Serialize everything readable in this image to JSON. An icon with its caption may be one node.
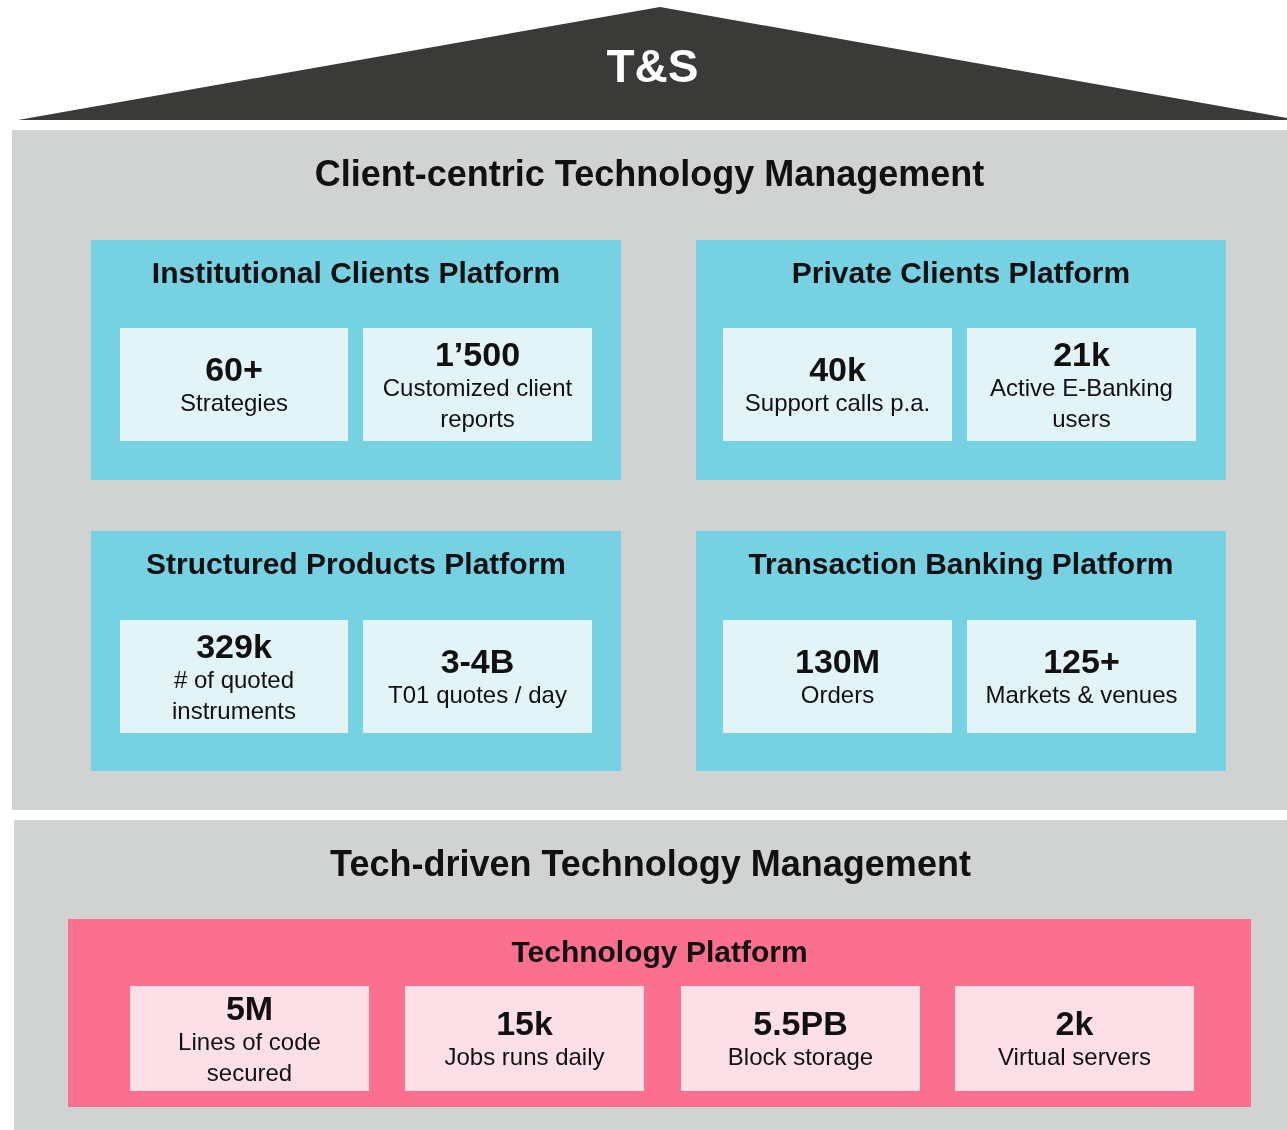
{
  "diagram": {
    "nodes": [
      {
        "text": [
          "T&S"
        ]
      },
      {
        "text": [
          "Client-centric Technology Management"
        ]
      },
      {
        "text": [
          "Institutional Clients Platform"
        ],
        "in": 1
      },
      {
        "text": [
          "60+",
          "Strategies"
        ],
        "in": 2
      },
      {
        "text": [
          "1’500",
          "Customized client reports"
        ],
        "in": 2
      },
      {
        "text": [
          "Private Clients Platform"
        ],
        "in": 1
      },
      {
        "text": [
          "40k",
          "Support calls p.a."
        ],
        "in": 5
      },
      {
        "text": [
          "21k",
          "Active E-Banking users"
        ],
        "in": 5
      },
      {
        "text": [
          "Structured Products Platform"
        ],
        "in": 1
      },
      {
        "text": [
          "329k",
          "# of quoted instruments"
        ],
        "in": 8
      },
      {
        "text": [
          "3-4B",
          "T01 quotes / day"
        ],
        "in": 8
      },
      {
        "text": [
          "Transaction Banking Platform"
        ],
        "in": 1
      },
      {
        "text": [
          "130M",
          "Orders"
        ],
        "in": 11
      },
      {
        "text": [
          "125+",
          "Markets & venues"
        ],
        "in": 11
      },
      {
        "text": [
          "Tech-driven Technology Management"
        ]
      },
      {
        "text": [
          "Technology Platform"
        ],
        "in": 14
      },
      {
        "text": [
          "5M",
          "Lines of code secured"
        ],
        "in": 15
      },
      {
        "text": [
          "15k",
          "Jobs runs daily"
        ],
        "in": 15
      },
      {
        "text": [
          "5.5PB",
          "Block storage"
        ],
        "in": 15
      },
      {
        "text": [
          "2k",
          "Virtual servers"
        ],
        "in": 15
      }
    ]
  }
}
